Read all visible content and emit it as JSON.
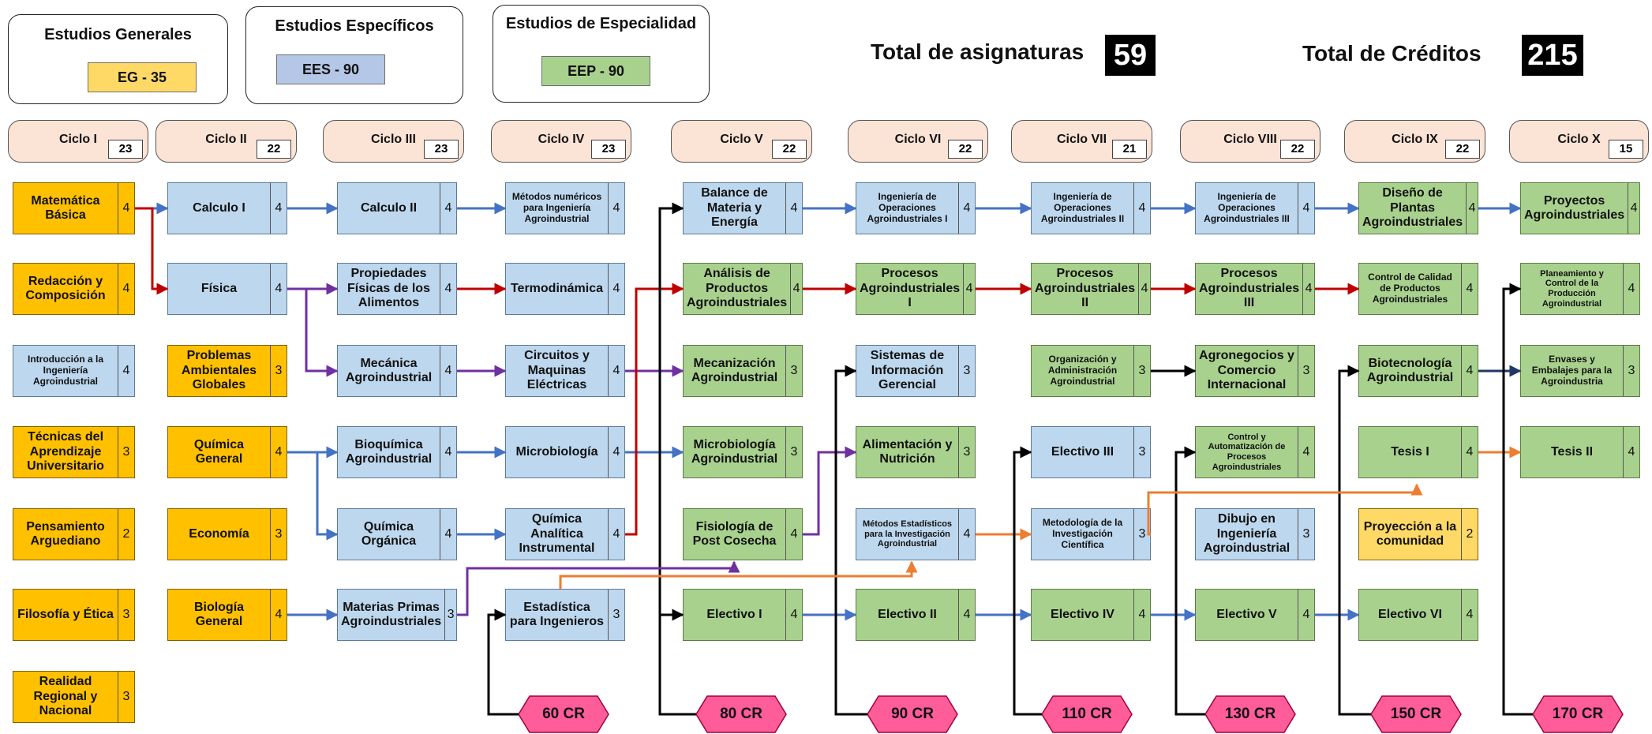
{
  "legend": {
    "general": {
      "title": "Estudios Generales",
      "chip": "EG - 35",
      "color": "#ffd966"
    },
    "specific": {
      "title": "Estudios Específicos",
      "chip": "EES - 90",
      "color": "#b4c7e7"
    },
    "specialty": {
      "title": "Estudios de Especialidad",
      "chip": "EEP - 90",
      "color": "#a9d18e"
    }
  },
  "totals": {
    "subjects_label": "Total de asignaturas",
    "subjects_value": "59",
    "credits_label": "Total de Créditos",
    "credits_value": "215"
  },
  "cycles": [
    {
      "label": "Ciclo I",
      "credits": "23"
    },
    {
      "label": "Ciclo II",
      "credits": "22"
    },
    {
      "label": "Ciclo III",
      "credits": "23"
    },
    {
      "label": "Ciclo IV",
      "credits": "23"
    },
    {
      "label": "Ciclo V",
      "credits": "22"
    },
    {
      "label": "Ciclo VI",
      "credits": "22"
    },
    {
      "label": "Ciclo VII",
      "credits": "21"
    },
    {
      "label": "Ciclo VIII",
      "credits": "22"
    },
    {
      "label": "Ciclo IX",
      "credits": "22"
    },
    {
      "label": "Ciclo X",
      "credits": "15"
    }
  ],
  "columns": [
    [
      {
        "name": "Matemática Básica",
        "cr": "4",
        "type": "eg"
      },
      {
        "name": "Redacción y Composición",
        "cr": "4",
        "type": "eg"
      },
      {
        "name": "Introducción a la Ingeniería Agroindustrial",
        "cr": "4",
        "type": "ees"
      },
      {
        "name": "Técnicas del Aprendizaje Universitario",
        "cr": "3",
        "type": "eg"
      },
      {
        "name": "Pensamiento Arguediano",
        "cr": "2",
        "type": "eg"
      },
      {
        "name": "Filosofía y Ética",
        "cr": "3",
        "type": "eg"
      },
      {
        "name": "Realidad Regional y Nacional",
        "cr": "3",
        "type": "eg"
      }
    ],
    [
      {
        "name": "Calculo I",
        "cr": "4",
        "type": "ees"
      },
      {
        "name": "Física",
        "cr": "4",
        "type": "ees"
      },
      {
        "name": "Problemas Ambientales Globales",
        "cr": "3",
        "type": "eg"
      },
      {
        "name": "Química General",
        "cr": "4",
        "type": "eg"
      },
      {
        "name": "Economía",
        "cr": "3",
        "type": "eg"
      },
      {
        "name": "Biología General",
        "cr": "4",
        "type": "eg"
      }
    ],
    [
      {
        "name": "Calculo II",
        "cr": "4",
        "type": "ees"
      },
      {
        "name": "Propiedades Físicas de los Alimentos",
        "cr": "4",
        "type": "ees"
      },
      {
        "name": "Mecánica Agroindustrial",
        "cr": "4",
        "type": "ees"
      },
      {
        "name": "Bioquímica Agroindustrial",
        "cr": "4",
        "type": "ees"
      },
      {
        "name": "Química Orgánica",
        "cr": "4",
        "type": "ees"
      },
      {
        "name": "Materias Primas Agroindustriales",
        "cr": "3",
        "type": "ees"
      }
    ],
    [
      {
        "name": "Métodos numéricos para Ingeniería Agroindustrial",
        "cr": "4",
        "type": "ees"
      },
      {
        "name": "Termodinámica",
        "cr": "4",
        "type": "ees"
      },
      {
        "name": "Circuitos y Maquinas Eléctricas",
        "cr": "4",
        "type": "ees"
      },
      {
        "name": "Microbiología",
        "cr": "4",
        "type": "ees"
      },
      {
        "name": "Química Analítica Instrumental",
        "cr": "4",
        "type": "ees"
      },
      {
        "name": "Estadística para Ingenieros",
        "cr": "3",
        "type": "ees"
      }
    ],
    [
      {
        "name": "Balance de Materia y Energía",
        "cr": "4",
        "type": "ees"
      },
      {
        "name": "Análisis de Productos Agroindustriales",
        "cr": "4",
        "type": "eep"
      },
      {
        "name": "Mecanización Agroindustrial",
        "cr": "3",
        "type": "eep"
      },
      {
        "name": "Microbiología Agroindustrial",
        "cr": "3",
        "type": "eep"
      },
      {
        "name": "Fisiología de Post Cosecha",
        "cr": "4",
        "type": "eep"
      },
      {
        "name": "Electivo I",
        "cr": "4",
        "type": "eep"
      }
    ],
    [
      {
        "name": "Ingeniería de Operaciones Agroindustriales I",
        "cr": "4",
        "type": "ees"
      },
      {
        "name": "Procesos Agroindustriales I",
        "cr": "4",
        "type": "eep"
      },
      {
        "name": "Sistemas de Información Gerencial",
        "cr": "3",
        "type": "ees"
      },
      {
        "name": "Alimentación y Nutrición",
        "cr": "3",
        "type": "eep"
      },
      {
        "name": "Métodos Estadísticos para la Investigación Agroindustrial",
        "cr": "4",
        "type": "ees"
      },
      {
        "name": "Electivo II",
        "cr": "4",
        "type": "eep"
      }
    ],
    [
      {
        "name": "Ingeniería de Operaciones Agroindustriales II",
        "cr": "4",
        "type": "ees"
      },
      {
        "name": "Procesos Agroindustriales II",
        "cr": "4",
        "type": "eep"
      },
      {
        "name": "Organización y Administración Agroindustrial",
        "cr": "3",
        "type": "eep"
      },
      {
        "name": "Electivo III",
        "cr": "3",
        "type": "ees"
      },
      {
        "name": "Metodología de la Investigación Científica",
        "cr": "3",
        "type": "ees"
      },
      {
        "name": "Electivo IV",
        "cr": "4",
        "type": "eep"
      }
    ],
    [
      {
        "name": "Ingeniería de Operaciones Agroindustriales III",
        "cr": "4",
        "type": "ees"
      },
      {
        "name": "Procesos Agroindustriales III",
        "cr": "4",
        "type": "eep"
      },
      {
        "name": "Agronegocios y Comercio Internacional",
        "cr": "3",
        "type": "eep"
      },
      {
        "name": "Control y Automatización de Procesos Agroindustriales",
        "cr": "4",
        "type": "eep"
      },
      {
        "name": "Dibujo en Ingeniería Agroindustrial",
        "cr": "3",
        "type": "ees"
      },
      {
        "name": "Electivo V",
        "cr": "4",
        "type": "eep"
      }
    ],
    [
      {
        "name": "Diseño de Plantas Agroindustriales",
        "cr": "4",
        "type": "eep"
      },
      {
        "name": "Control de Calidad de Productos Agroindustriales",
        "cr": "4",
        "type": "eep"
      },
      {
        "name": "Biotecnología Agroindustrial",
        "cr": "4",
        "type": "eep"
      },
      {
        "name": "Tesis I",
        "cr": "4",
        "type": "eep"
      },
      {
        "name": "Proyección a la comunidad",
        "cr": "2",
        "type": "eg-light"
      },
      {
        "name": "Electivo VI",
        "cr": "4",
        "type": "eep"
      }
    ],
    [
      {
        "name": "Proyectos Agroindustriales",
        "cr": "4",
        "type": "eep"
      },
      {
        "name": "Planeamiento y Control de la Producción Agroindustrial",
        "cr": "4",
        "type": "eep"
      },
      {
        "name": "Envases y Embalajes para la Agroindustria",
        "cr": "3",
        "type": "eep"
      },
      {
        "name": "Tesis II",
        "cr": "4",
        "type": "eep"
      }
    ]
  ],
  "milestones": [
    "60 CR",
    "80 CR",
    "90 CR",
    "110 CR",
    "130 CR",
    "150 CR",
    "170 CR"
  ]
}
